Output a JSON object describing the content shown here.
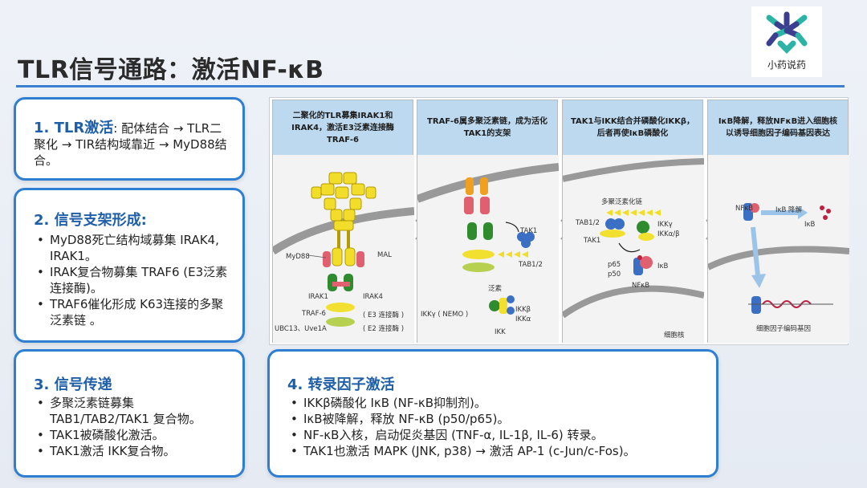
{
  "title": "TLR信号通路：激活NF-κB",
  "logo": {
    "text": "小药说药"
  },
  "cards": {
    "c1": {
      "title": "1. TLR激活",
      "text": ": 配体结合 → TLR二聚化 → TIR结构域靠近 → MyD88结合。"
    },
    "c2": {
      "title": "2. 信号支架形成:",
      "items": [
        "MyD88死亡结构域募集 IRAK4, IRAK1。",
        "IRAK复合物募集 TRAF6 (E3泛素连接酶)。",
        "TRAF6催化形成 K63连接的多聚泛素链 。"
      ]
    },
    "c3": {
      "title": "3. 信号传递",
      "items": [
        "多聚泛素链募集 TAB1/TAB2/TAK1 复合物。",
        "TAK1被磷酸化激活。",
        "TAK1激活 IKK复合物。"
      ]
    },
    "c4": {
      "title": "4. 转录因子激活",
      "items": [
        "IKKβ磷酸化 IκB (NF-κB抑制剂)。",
        "IκB被降解，释放 NF-κB (p50/p65)。",
        "NF-κB入核，启动促炎基因 (TNF-α, IL-1β, IL-6) 转录。",
        "TAK1也激活 MAPK (JNK, p38) → 激活 AP-1 (c-Jun/c-Fos)。"
      ]
    }
  },
  "figure": {
    "panels": [
      {
        "head": "二聚化的TLR募集IRAK1和IRAK4，激活E3泛素连接酶TRAF-6"
      },
      {
        "head": "TRAF-6属多聚泛素链，成为活化TAK1的支架"
      },
      {
        "head": "TAK1与IKK结合并磷酸化IKKβ，后者再使IκB磷酸化"
      },
      {
        "head": "IκB降解，释放NFκB进入细胞核以诱导细胞因子编码基因表达"
      }
    ],
    "p1": {
      "myd88": "MyD88",
      "mal": "MAL",
      "irak1": "IRAK1",
      "irak4": "IRAK4",
      "traf6": "TRAF-6",
      "e3": "( E3 连接酶 )",
      "ubc": "UBC13、Uve1A",
      "e2": "( E2 连接酶 )"
    },
    "p2": {
      "tak1": "TAK1",
      "tab": "TAB1/2",
      "ub": "泛素",
      "ikkg": "IKKγ ( NEMO )",
      "ikkb": "IKKβ",
      "ikka": "IKKα",
      "ikk": "IKK"
    },
    "p3": {
      "chain": "多聚泛素化链",
      "tab": "TAB1/2",
      "tak1": "TAK1",
      "ikkg": "IKKγ",
      "ikkab": "IKKα/β",
      "p65": "p65",
      "p50": "p50",
      "ikb": "IκB",
      "nfkb": "NFκB",
      "nucleus": "细胞核"
    },
    "p4": {
      "nfkb": "NFκB",
      "deg": "IκB 降解",
      "ikb": "IκB",
      "gene": "细胞因子编码基因"
    }
  }
}
